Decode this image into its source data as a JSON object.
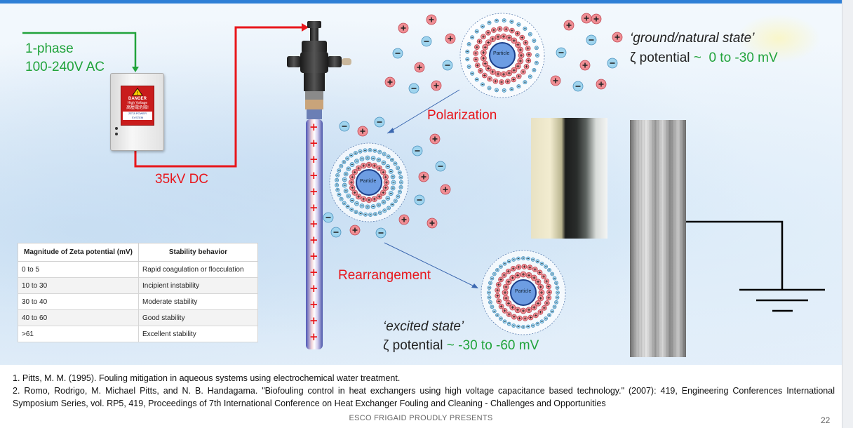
{
  "input_power": {
    "line1": "1-phase",
    "line2": "100-240V AC"
  },
  "output_power": "35kV DC",
  "control_box": {
    "warning_title": "DANGER",
    "warning_sub": "High Voltage",
    "cn_text": "高壓電危險!",
    "brand": "ZETA POWER SYSTEM"
  },
  "labels": {
    "polarization": "Polarization",
    "rearrangement": "Rearrangement",
    "particle": "Particle"
  },
  "ground_state": {
    "title": "‘ground/natural state’",
    "prefix": "ζ potential ",
    "tilde": "~",
    "value": "0 to -30 mV"
  },
  "excited_state": {
    "title": "‘excited state’",
    "prefix": "ζ potential ",
    "tilde": "~",
    "value": "-30 to -60 mV"
  },
  "zeta_table": {
    "headers": [
      "Magnitude of Zeta potential (mV)",
      "Stability behavior"
    ],
    "rows": [
      [
        "0 to 5",
        "Rapid coagulation or flocculation"
      ],
      [
        "10 to 30",
        "Incipient instability"
      ],
      [
        "30 to 40",
        "Moderate stability"
      ],
      [
        "40 to 60",
        "Good stability"
      ],
      [
        ">61",
        "Excellent stability"
      ]
    ]
  },
  "references": [
    "1. Pitts, M. M. (1995). Fouling mitigation in aqueous systems using electrochemical water treatment.",
    "2. Romo, Rodrigo, M. Michael Pitts, and N. B. Handagama. \"Biofouling control in heat exchangers using high voltage capacitance based technology.\" (2007): 419, Engineering Conferences International Symposium Series, vol. RP5, 419, Proceedings of 7th International Conference on Heat Exchanger Fouling and Cleaning - Challenges and Opportunities"
  ],
  "footer": "ESCO FRIGAID PROUDLY PRESENTS",
  "page_number": "22",
  "colors": {
    "wire_green": "#21a33b",
    "wire_red": "#e8161b",
    "accent_blue": "#2f7fd6"
  }
}
